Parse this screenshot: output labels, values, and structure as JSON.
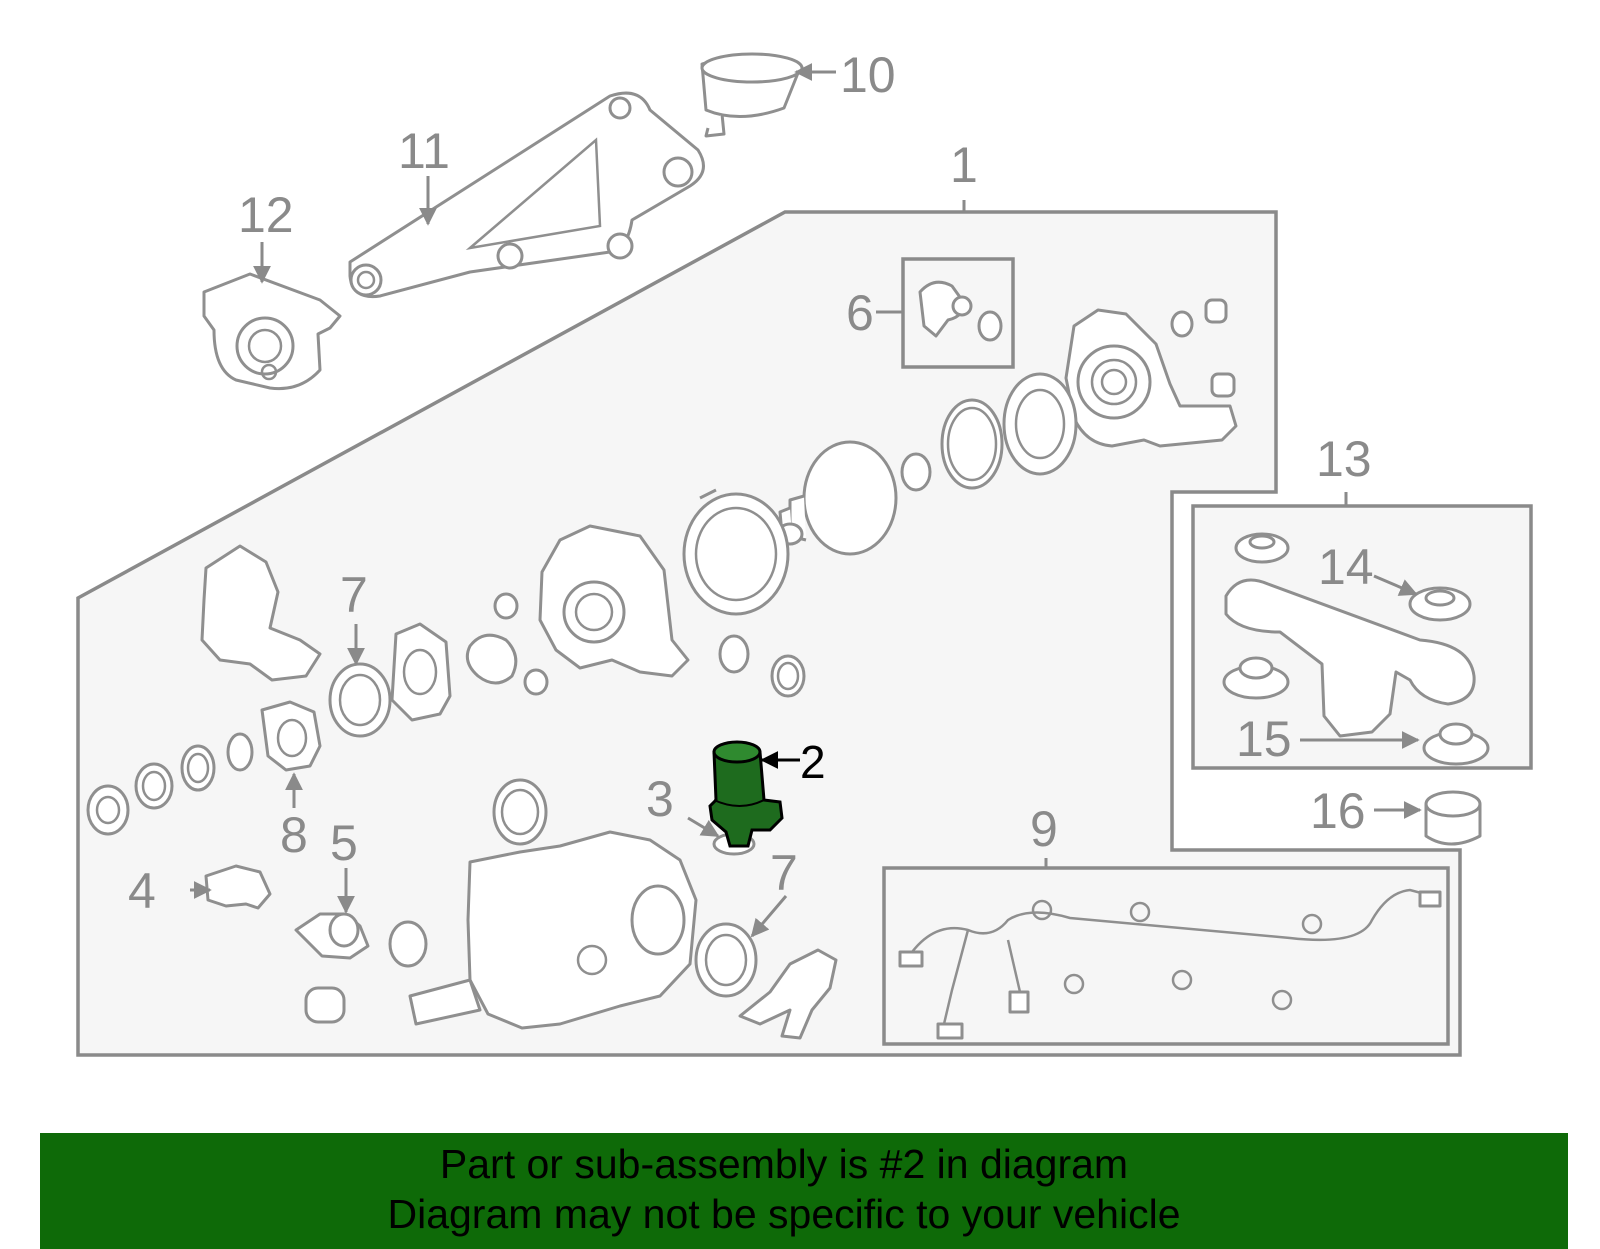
{
  "callouts": {
    "c1": "1",
    "c2": "2",
    "c3": "3",
    "c4": "4",
    "c5": "5",
    "c6": "6",
    "c7a": "7",
    "c7b": "7",
    "c8": "8",
    "c9": "9",
    "c10": "10",
    "c11": "11",
    "c12": "12",
    "c13": "13",
    "c14": "14",
    "c15": "15",
    "c16": "16"
  },
  "highlight_part": "2",
  "banner": {
    "line1": "Part or sub-assembly is #2 in diagram",
    "line2": "Diagram may not be specific to your vehicle"
  },
  "colors": {
    "highlight": "#1e6b1e",
    "banner": "#0e6a08",
    "line_art": "#8f8f8f"
  }
}
